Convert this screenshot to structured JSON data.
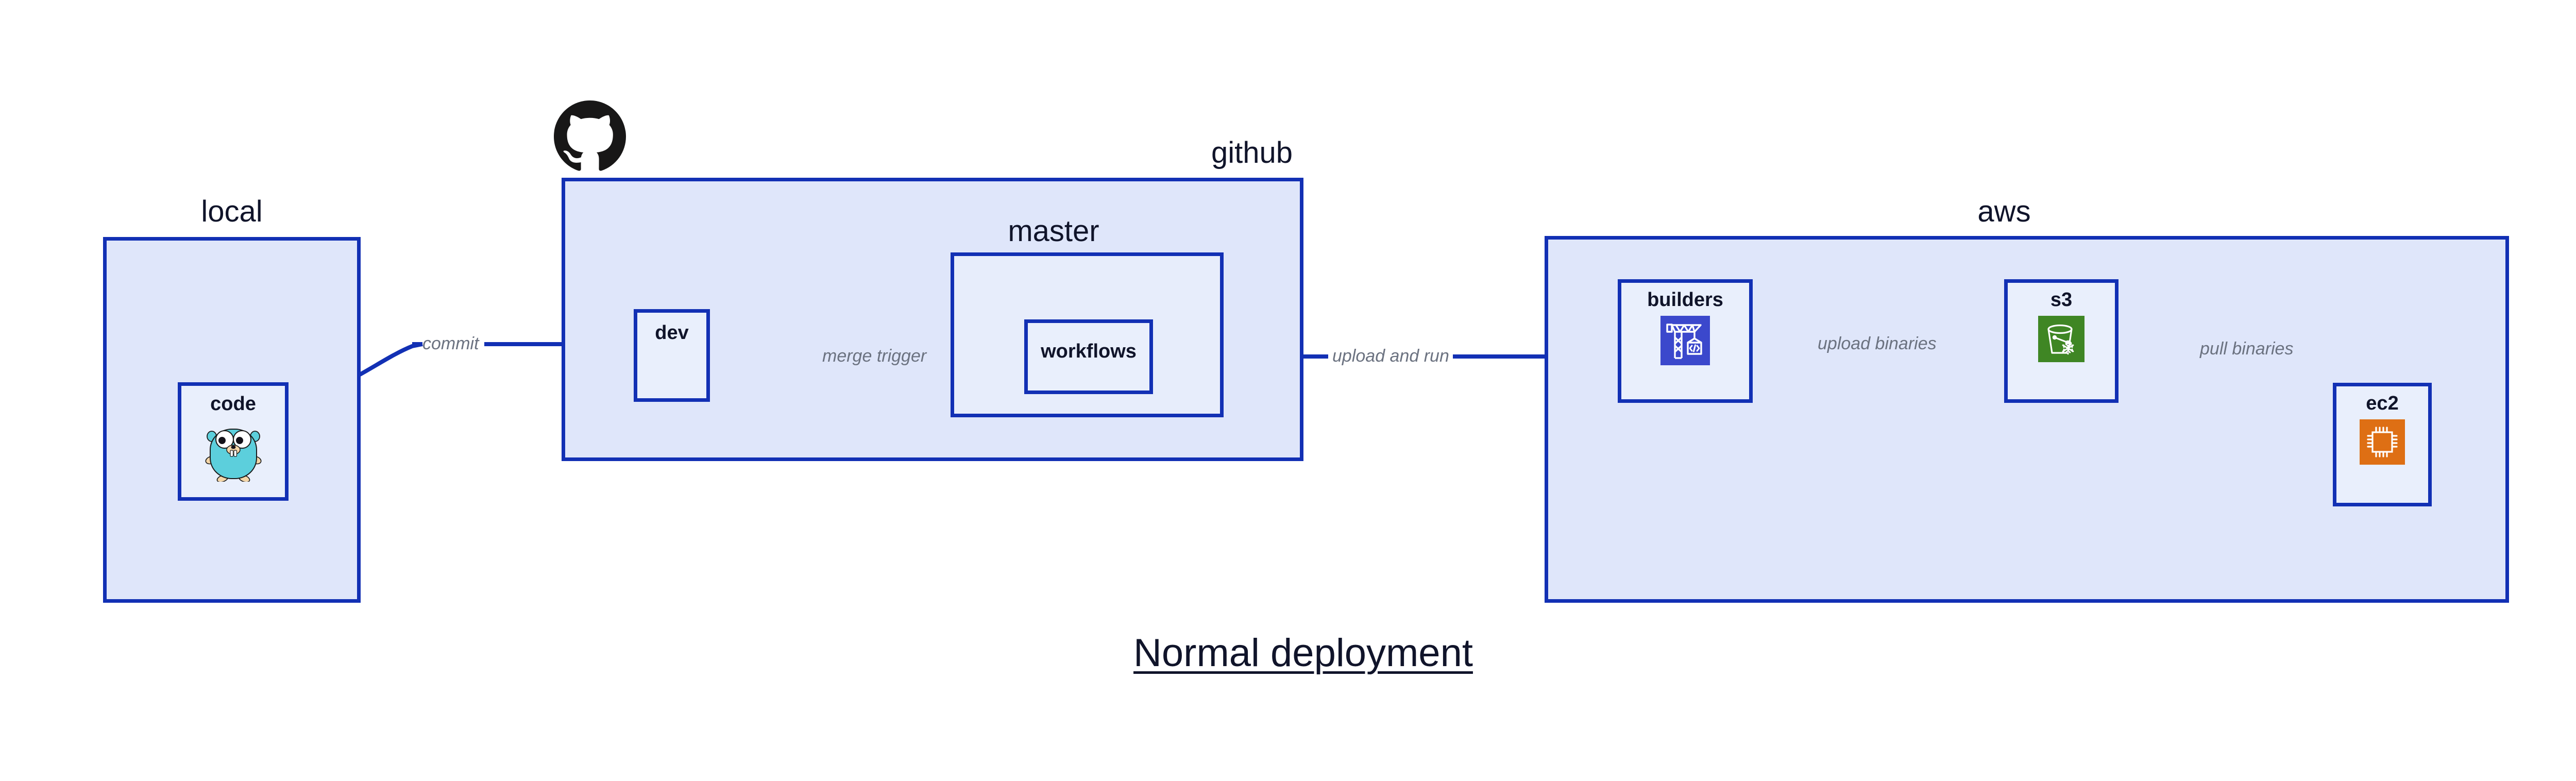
{
  "diagram": {
    "caption": "Normal deployment",
    "background": "#ffffff",
    "accent_color": "#1230b4",
    "cluster_fill": "#dfe6fa",
    "subcluster_fill": "#e7edfb",
    "node_fill": "#e9effc",
    "label_text_color": "#6b7280",
    "title_text_color": "#10142a"
  },
  "clusters": [
    {
      "id": "local",
      "label": "local"
    },
    {
      "id": "github",
      "label": "github"
    },
    {
      "id": "aws",
      "label": "aws"
    }
  ],
  "subclusters": [
    {
      "id": "master",
      "label": "master",
      "parent": "github"
    }
  ],
  "nodes": [
    {
      "id": "code",
      "label": "code",
      "parent": "local",
      "icon": "go-gopher-icon",
      "icon_color": "#5ccfdc"
    },
    {
      "id": "dev",
      "label": "dev",
      "parent": "github",
      "icon": "none",
      "icon_color": ""
    },
    {
      "id": "workflows",
      "label": "workflows",
      "parent": "master",
      "icon": "none",
      "icon_color": ""
    },
    {
      "id": "builders",
      "label": "builders",
      "parent": "aws",
      "icon": "aws-codebuild-icon",
      "icon_color": "#3b48cc"
    },
    {
      "id": "s3",
      "label": "s3",
      "parent": "aws",
      "icon": "aws-s3-glacier-icon",
      "icon_color": "#3f8624"
    },
    {
      "id": "ec2",
      "label": "ec2",
      "parent": "aws",
      "icon": "aws-ec2-icon",
      "icon_color": "#de6f14"
    }
  ],
  "edges": [
    {
      "id": "e1",
      "from": "code",
      "to": "dev",
      "label": "commit"
    },
    {
      "id": "e2",
      "from": "dev",
      "to": "workflows",
      "label": "merge trigger"
    },
    {
      "id": "e3",
      "from": "workflows",
      "to": "builders",
      "label": "upload and run"
    },
    {
      "id": "e4",
      "from": "builders",
      "to": "s3",
      "label": "upload binaries"
    },
    {
      "id": "e5",
      "from": "s3",
      "to": "ec2",
      "label": "pull binaries"
    }
  ],
  "logos": [
    {
      "id": "github-logo",
      "name": "github-octocat-icon",
      "color": "#181717"
    }
  ]
}
